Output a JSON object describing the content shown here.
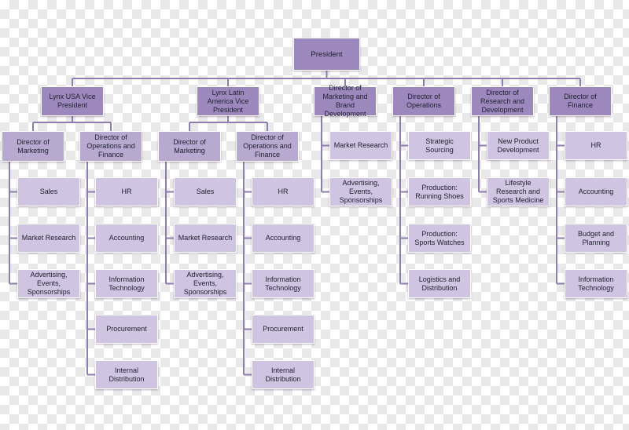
{
  "org_chart": {
    "president": "President",
    "columns": [
      {
        "head": "Lynx USA Vice President",
        "subgroups": [
          {
            "head": "Director of Marketing",
            "items": [
              "Sales",
              "Market Research",
              "Advertising, Events, Sponsorships"
            ]
          },
          {
            "head": "Director of Operations and Finance",
            "items": [
              "HR",
              "Accounting",
              "Information Technology",
              "Procurement",
              "Internal Distribution"
            ]
          }
        ]
      },
      {
        "head": "Lynx Latin America Vice President",
        "subgroups": [
          {
            "head": "Director of Marketing",
            "items": [
              "Sales",
              "Market Research",
              "Advertising, Events, Sponsorships"
            ]
          },
          {
            "head": "Director of Operations and Finance",
            "items": [
              "HR",
              "Accounting",
              "Information Technology",
              "Procurement",
              "Internal Distribution"
            ]
          }
        ]
      },
      {
        "head": "Director of Marketing and Brand Development",
        "items": [
          "Market Research",
          "Advertising, Events, Sponsorships"
        ]
      },
      {
        "head": "Director of Operations",
        "items": [
          "Strategic Sourcing",
          "Production: Running Shoes",
          "Production: Sports Watches",
          "Logistics and Distribution"
        ]
      },
      {
        "head": "Director of Research and Development",
        "items": [
          "New Product Development",
          "Lifestyle Research and Sports Medicine"
        ]
      },
      {
        "head": "Director of Finance",
        "items": [
          "HR",
          "Accounting",
          "Budget and Planning",
          "Information Technology"
        ]
      }
    ]
  },
  "colors": {
    "level0": "#9c88bd",
    "level1": "#9c88bd",
    "level2": "#b7a9d0",
    "level3": "#cfc4e1",
    "connector": "#8e7eb0"
  }
}
